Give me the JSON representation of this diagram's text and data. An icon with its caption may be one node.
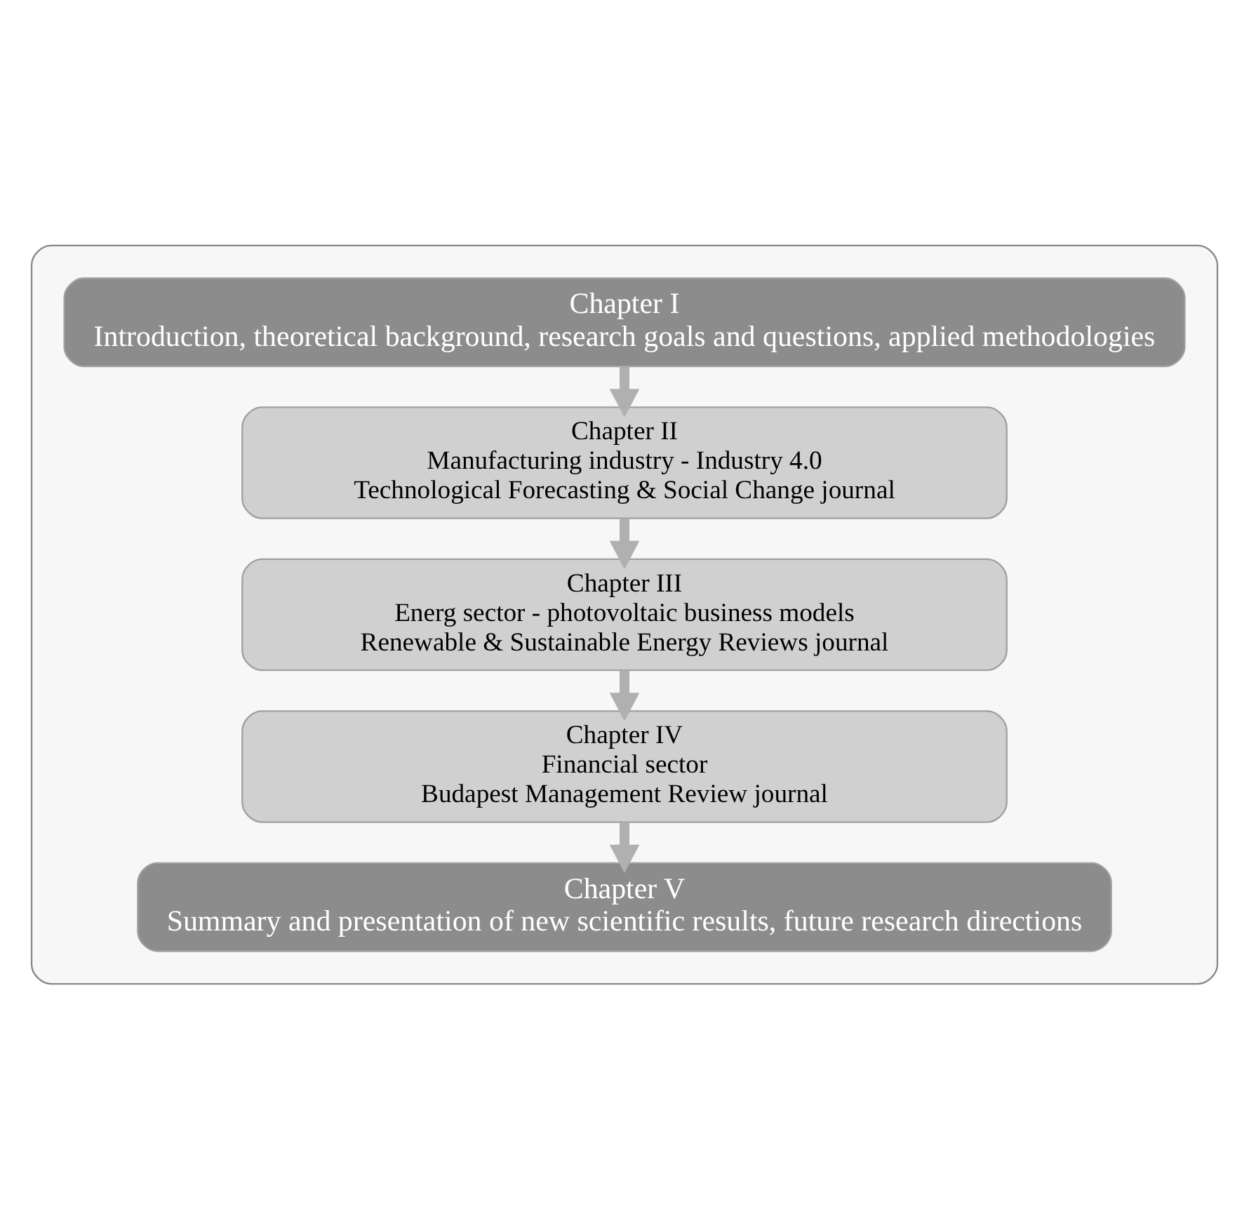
{
  "diagram": {
    "nodes": [
      {
        "text": [],
        "shape": "box"
      },
      {
        "text": [
          "Chapter I",
          "Introduction, theoretical background, research goals and questions, applied methodologies"
        ],
        "in": 0
      },
      {
        "text": [
          "Chapter II",
          "Manufacturing industry - Industry 4.0",
          "Technological Forecasting & Social Change journal"
        ],
        "in": 0
      },
      {
        "text": [
          "Chapter III",
          "Energ sector - photovoltaic business models",
          "Renewable & Sustainable Energy Reviews journal"
        ],
        "in": 0
      },
      {
        "text": [
          "Chapter IV",
          "Financial sector",
          "Budapest Management Review journal"
        ],
        "in": 0
      },
      {
        "text": [
          "Chapter V",
          "Summary and presentation of new scientific results, future research directions"
        ],
        "in": 0
      }
    ],
    "edges": [
      {
        "from": 1,
        "to": 2,
        "arrow": "to"
      },
      {
        "from": 2,
        "to": 3,
        "arrow": "to"
      },
      {
        "from": 3,
        "to": 4,
        "arrow": "to"
      },
      {
        "from": 4,
        "to": 5,
        "arrow": "to"
      }
    ]
  }
}
